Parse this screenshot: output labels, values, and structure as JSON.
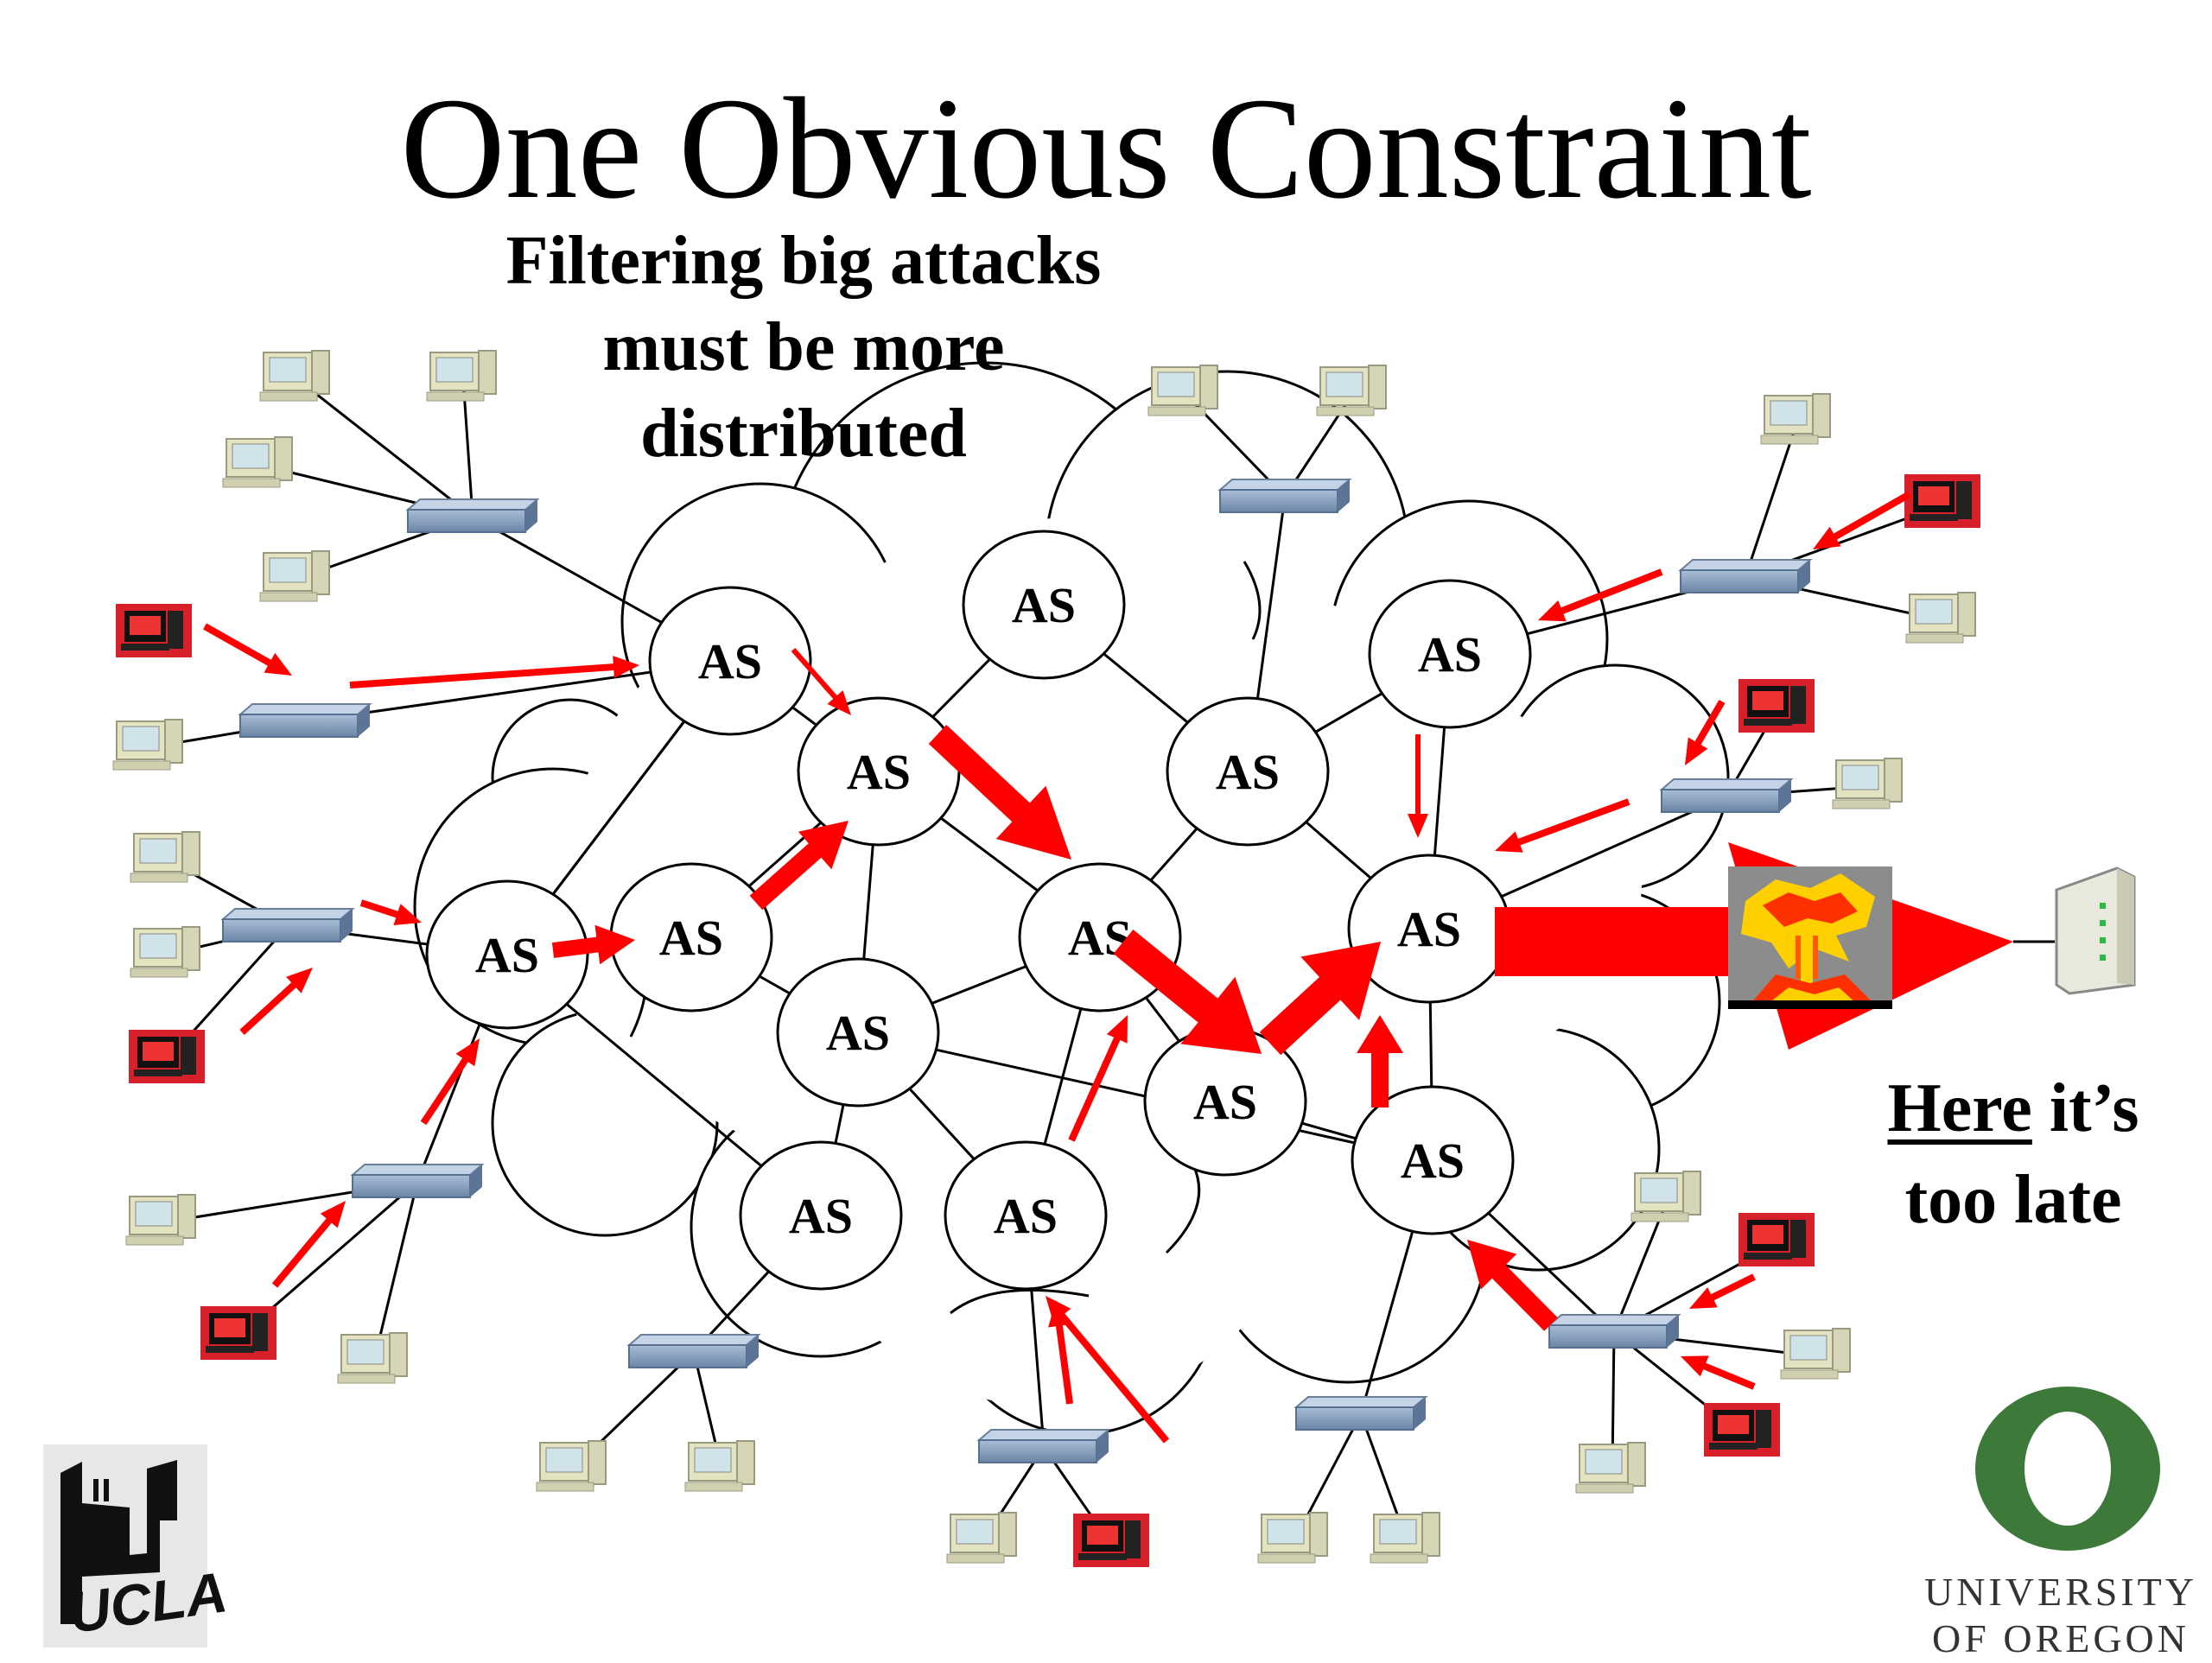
{
  "slide": {
    "title": "One Obvious Constraint",
    "subtitle": [
      "Filtering big attacks",
      "must be more",
      "distributed"
    ],
    "note": {
      "underlined": "Here",
      "line1_rest": " it’s",
      "line2": "too late"
    },
    "node_label": "AS",
    "logos": {
      "left": "UCLA",
      "right_line1": "UNIVERSITY",
      "right_line2": "OF OREGON"
    }
  },
  "colors": {
    "attack": "#ff0000",
    "router": "#7e96b4",
    "pc": "#e3e3c2",
    "oregon_green": "#3d7a3a",
    "text": "#000000"
  },
  "icons": [
    "router-icon",
    "computer-icon",
    "attacker-computer-icon",
    "explosion-icon",
    "server-icon",
    "ucla-logo",
    "oregon-o-logo"
  ]
}
